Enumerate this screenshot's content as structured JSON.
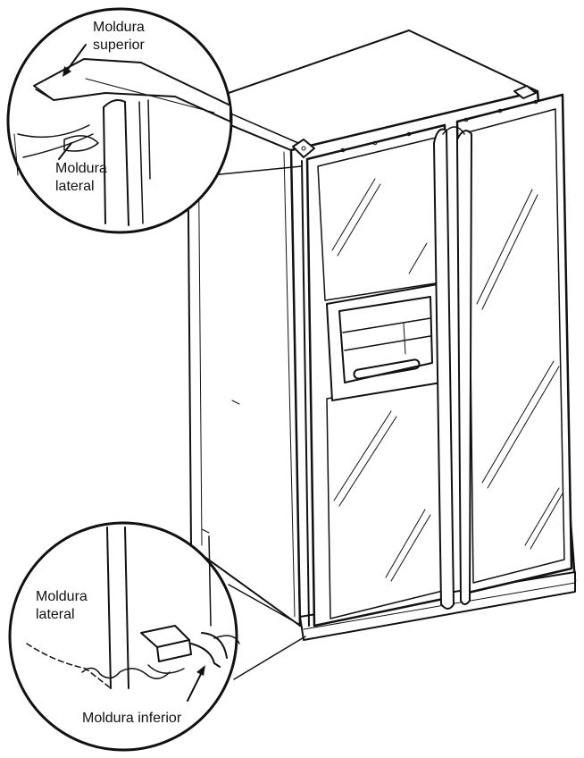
{
  "figure": {
    "callouts": {
      "top_trim": {
        "line1": "Moldura",
        "line2": "superior"
      },
      "side_trim_top": {
        "line1": "Moldura",
        "line2": "lateral"
      },
      "side_trim_bottom": {
        "line1": "Moldura",
        "line2": "lateral"
      },
      "bottom_trim": {
        "label": "Moldura inferior"
      }
    },
    "colors": {
      "ink": "#111111",
      "paper": "#ffffff"
    }
  }
}
